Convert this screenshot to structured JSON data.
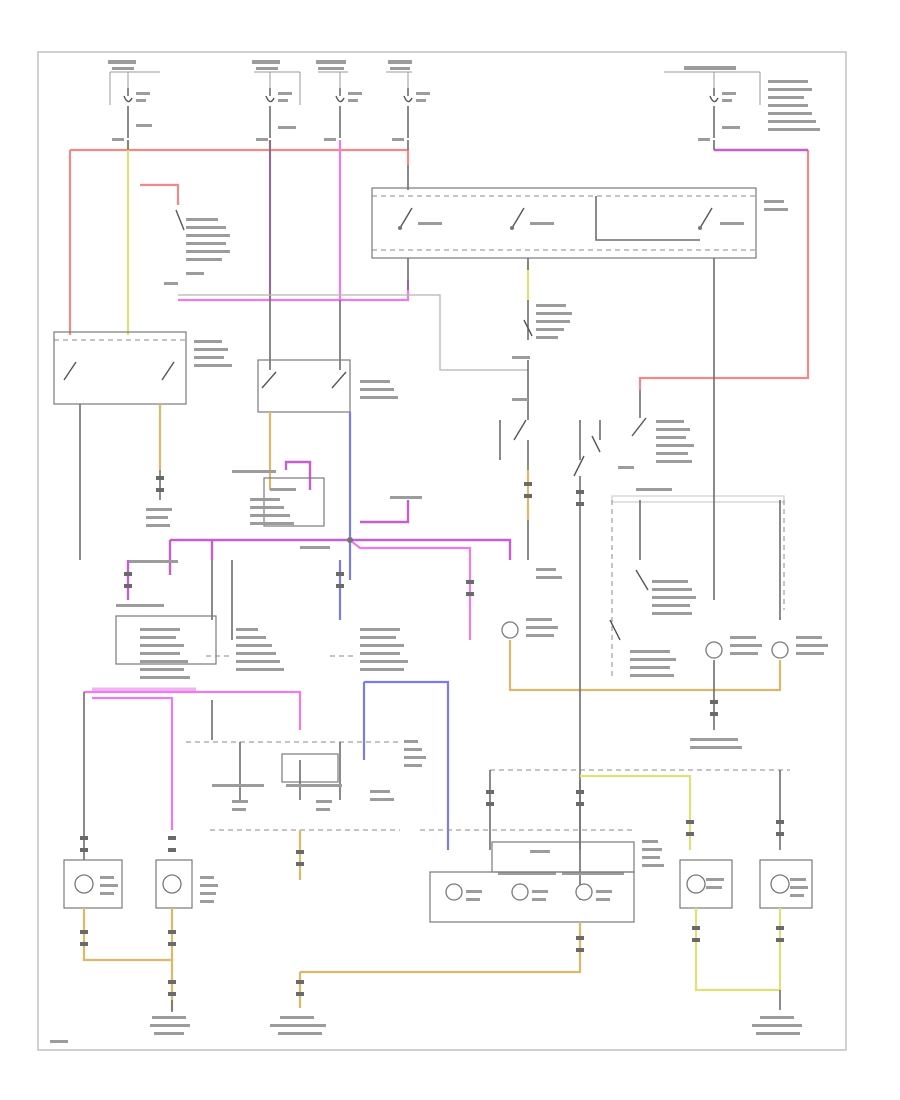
{
  "diagram": {
    "colors": {
      "frame": "#bdbdbd",
      "wire_black": "#6e6e6e",
      "wire_red": "#f08a8a",
      "wire_pink": "#ee7bee",
      "wire_magenta": "#c35fd0",
      "wire_blue": "#7b7bef",
      "wire_yellow": "#e0e07a",
      "wire_tan": "#dcb86a",
      "label_text": "#9c9c9c"
    },
    "components": [
      "fuse-1",
      "fuse-2",
      "fuse-3",
      "fuse-4",
      "fuse-5",
      "light-switch",
      "brake-light-switch",
      "hazard-switch",
      "relay-module",
      "turn-signal-switch",
      "flasher",
      "cornering-switch",
      "front-left-lamp",
      "front-left-turn-lamp",
      "left-rear-lamp-assembly",
      "right-rear-lamp-assembly",
      "right-front-lamps",
      "side-marker-lamps"
    ],
    "grounds": [
      "ground-1",
      "ground-2",
      "ground-3",
      "ground-4",
      "ground-5"
    ]
  }
}
